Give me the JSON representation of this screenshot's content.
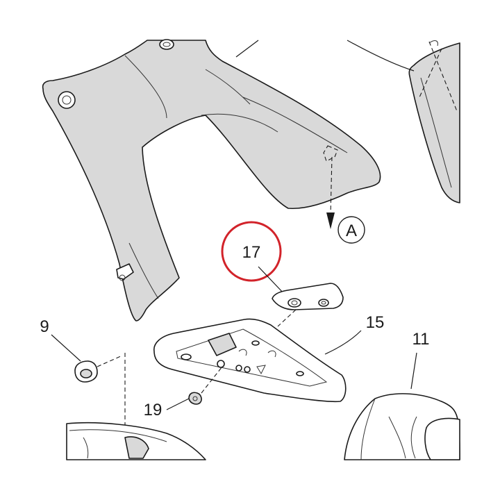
{
  "callouts": {
    "part_17": "17",
    "part_15": "15",
    "part_11": "11",
    "part_9": "9",
    "part_19": "19",
    "view_a": "A"
  },
  "colors": {
    "highlight_circle": "#d2232a",
    "panel_fill": "#d9d9d9",
    "line": "#1a1a1a"
  }
}
